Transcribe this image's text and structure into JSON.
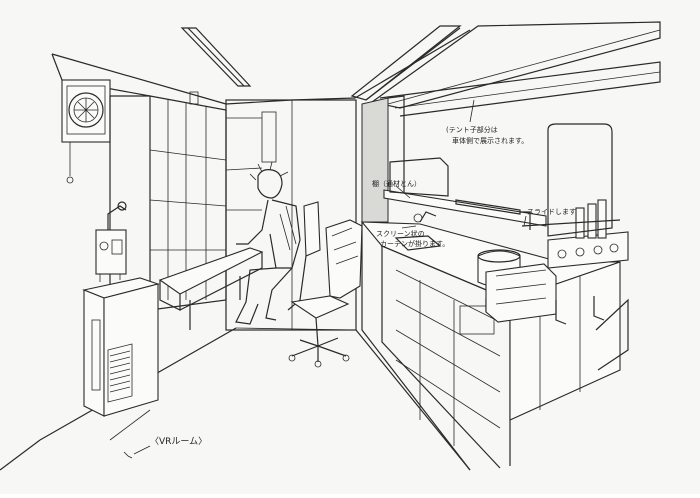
{
  "annotations": {
    "ceiling_note_line1": "(テント子部分は",
    "ceiling_note_line2": "車体側で展示されます。",
    "shelf_note": "棚（通材とん）",
    "slide_note": "スライドします",
    "screen_note_line1": "スクリーン状の",
    "screen_note_line2": "カーテンが掛ります。",
    "room_label": "〈VRルーム〉"
  },
  "colors": {
    "paper": "#f7f7f5",
    "ink": "#2a2a2a",
    "shade": "#d9d9d6"
  }
}
